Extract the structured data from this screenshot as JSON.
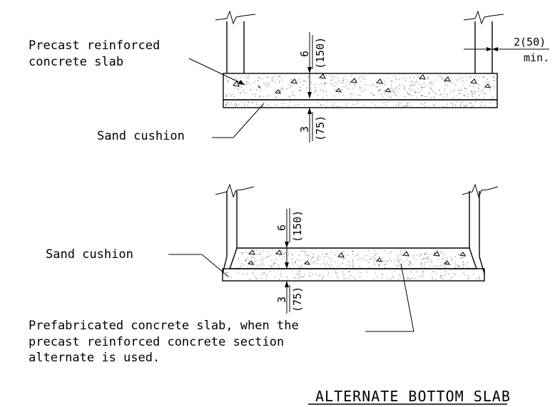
{
  "upper_detail": {
    "slab_label_line1": "Precast reinforced",
    "slab_label_line2": "concrete slab",
    "sand_label": "Sand cushion",
    "slab_thickness_in": "6",
    "slab_thickness_mm": "(150)",
    "sand_thickness_in": "3",
    "sand_thickness_mm": "(75)",
    "clearance_value": "2(50)",
    "clearance_note": "min."
  },
  "lower_detail": {
    "sand_label": "Sand cushion",
    "slab_thickness_in": "6",
    "slab_thickness_mm": "(150)",
    "sand_thickness_in": "3",
    "sand_thickness_mm": "(75)",
    "note_line1": "Prefabricated concrete slab, when the",
    "note_line2": "precast reinforced concrete section",
    "note_line3": "alternate is used."
  },
  "title": "ALTERNATE BOTTOM SLAB"
}
